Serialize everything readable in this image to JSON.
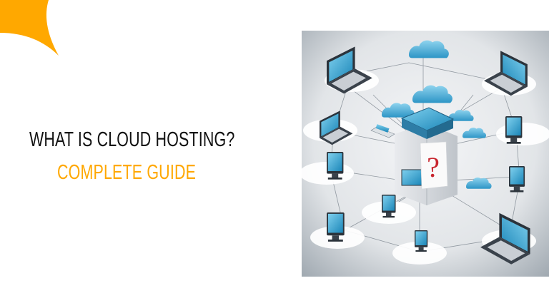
{
  "colors": {
    "accent": "#FFA800",
    "title": "#111111",
    "background": "#FFFFFF",
    "image_bg_light": "#F2F3F5",
    "image_bg_dark": "#9AA4AD",
    "cloud_blue": "#3FA9D6",
    "screen_blue": "#2FA3CF",
    "question_mark": "#C8262F"
  },
  "decoration": {
    "corner_shape": "orange-curved-corner"
  },
  "heading": {
    "title": "WHAT IS CLOUD HOSTING?",
    "subtitle": "COMPLETE GUIDE"
  },
  "illustration": {
    "description": "Isometric cloud hosting network: central server with question mark connected to laptops, monitors and clouds",
    "center_symbol": "?",
    "nodes": [
      {
        "type": "laptop",
        "position": "top-left"
      },
      {
        "type": "cloud",
        "position": "top-center"
      },
      {
        "type": "laptop",
        "position": "top-right"
      },
      {
        "type": "laptop",
        "position": "mid-left"
      },
      {
        "type": "cloud",
        "position": "center-top"
      },
      {
        "type": "server",
        "position": "center"
      },
      {
        "type": "monitor",
        "position": "mid-right"
      },
      {
        "type": "monitor",
        "position": "left"
      },
      {
        "type": "monitor",
        "position": "right"
      },
      {
        "type": "monitor",
        "position": "center-bottom-left"
      },
      {
        "type": "monitor",
        "position": "bottom-left"
      },
      {
        "type": "phone",
        "position": "bottom-center"
      },
      {
        "type": "laptop",
        "position": "bottom-right"
      }
    ]
  }
}
